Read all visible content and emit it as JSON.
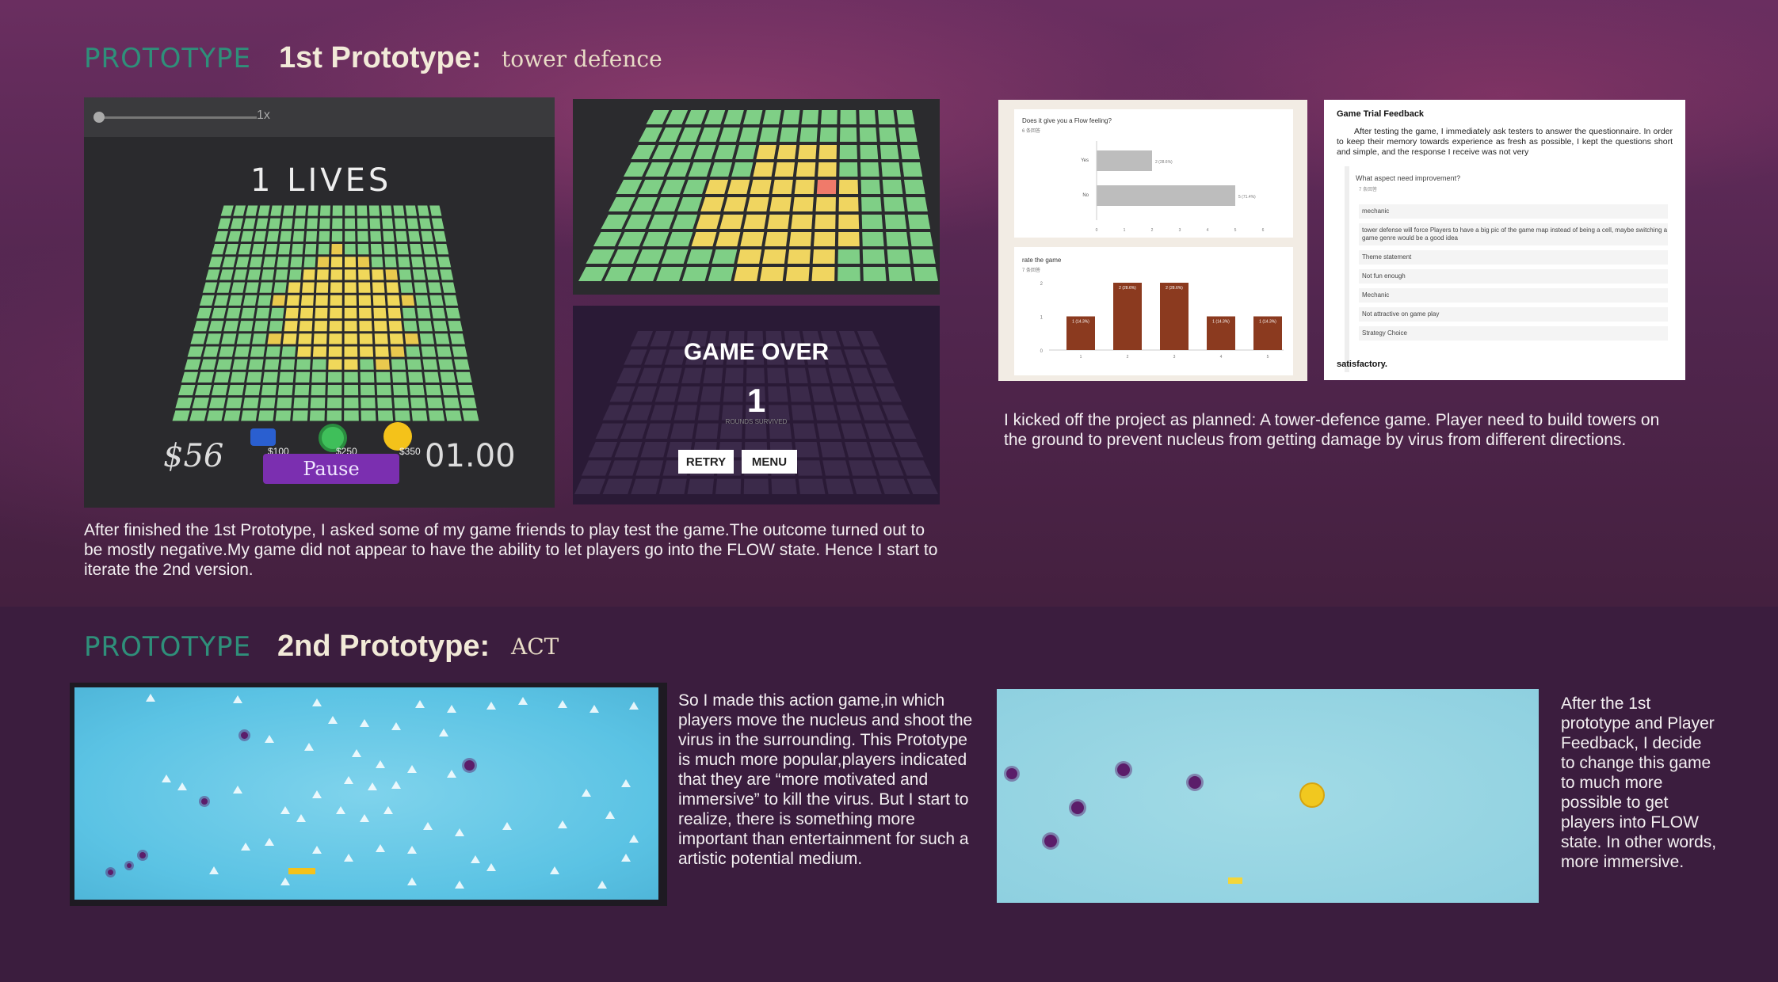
{
  "section1": {
    "brand": "PROTOTYPE",
    "title": "1st Prototype:",
    "subtitle": "tower defence",
    "game_view": {
      "speed_label": "1x",
      "lives_label": "1 LIVES",
      "money": "$56",
      "cost_1": "$100",
      "cost_2": "$250",
      "cost_3": "$350",
      "pause_label": "Pause",
      "timer": "01.00"
    },
    "gameover": {
      "title": "GAME OVER",
      "score": "1",
      "score_label": "ROUNDS SURVIVED",
      "retry": "RETRY",
      "menu": "MENU"
    },
    "chart_card": {
      "q1": "Does it give you a Flow feeling?",
      "q1_sub": "6 条回答",
      "q1_bars": [
        {
          "label": "Yes",
          "value": 2,
          "pct": "2 (28.6%)"
        },
        {
          "label": "No",
          "value": 5,
          "pct": "5 (71.4%)"
        }
      ],
      "q2": "rate the game",
      "q2_sub": "7 条回答",
      "q2_bars": [
        {
          "label": "1",
          "value": 1,
          "pct": "1 (14.3%)"
        },
        {
          "label": "2",
          "value": 2,
          "pct": "2 (28.6%)"
        },
        {
          "label": "3",
          "value": 2,
          "pct": "2 (28.6%)"
        },
        {
          "label": "4",
          "value": 1,
          "pct": "1 (14.3%)"
        },
        {
          "label": "5",
          "value": 1,
          "pct": "1 (14.3%)"
        }
      ]
    },
    "feedback_card": {
      "title": "Game Trial Feedback",
      "intro": "After testing the game, I immediately ask testers to answer the questionnaire. In order to keep their memory towards experience as fresh as possible, I kept the questions short and simple, and the response I receive was not very",
      "question": "What aspect need improvement?",
      "question_sub": "7 条回答",
      "answers": [
        "mechanic",
        "tower defense will force Players to have a big pic of the game map instead of being a cell, maybe switching a game genre would be a good idea",
        "Theme statement",
        "Not fun enough",
        "Mechanic",
        "Not attractive on game play",
        "Strategy Choice"
      ],
      "outro": "satisfactory."
    },
    "right_text": "I kicked off the project as planned: A tower-defence game. Player need to build towers on the ground to prevent nucleus from getting damage by virus from different directions.",
    "bottom_text": "After finished the 1st Prototype, I asked some of my game friends to play test the game.The outcome turned out to be mostly negative.My game did not appear to have the ability to let players go into the FLOW state. Hence I start to iterate the 2nd version."
  },
  "section2": {
    "brand": "PROTOTYPE",
    "title": "2nd Prototype:",
    "subtitle": "ACT",
    "middle_text": "So I made this action game,in which players move the nucleus and shoot the virus in the surrounding. This Prototype is much more popular,players indicated that they are “more motivated and immersive” to kill the virus. But I start to realize, there is something more important than entertainment for such a artistic potential medium.",
    "right_text": "After the 1st prototype and Player Feedback, I decide to change this game to much more possible to get players into FLOW state. In other words, more immersive."
  },
  "colors": {
    "brand": "#2f8f7a",
    "bar": "#8b3a1f",
    "tile_green": "#7fcf86",
    "tile_yellow": "#f2dc5a",
    "sky": "#5bc3e4"
  }
}
